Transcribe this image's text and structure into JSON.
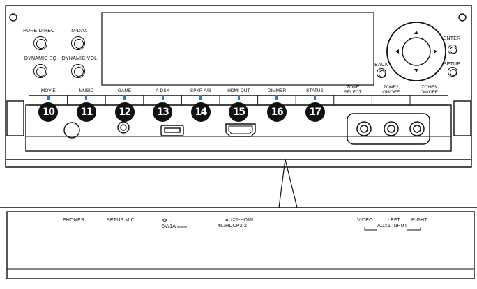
{
  "top_panel": {
    "left_buttons": [
      {
        "label": "PURE DIRECT"
      },
      {
        "label": "M-DAX"
      },
      {
        "label": "DYNAMIC EQ"
      },
      {
        "label": "DYNAMIC VOL"
      }
    ],
    "nav": {
      "back": "BACK",
      "enter": "ENTER",
      "setup": "SETUP"
    },
    "row_buttons": [
      {
        "label": "MOVIE",
        "number": "10"
      },
      {
        "label": "MUSIC",
        "number": "11"
      },
      {
        "label": "GAME",
        "number": "12"
      },
      {
        "label": "A-DSX",
        "number": "13"
      },
      {
        "label": "SPKR A/B",
        "number": "14"
      },
      {
        "label": "HDMI OUT",
        "number": "15"
      },
      {
        "label": "DIMMER",
        "number": "16"
      },
      {
        "label": "STATUS",
        "number": "17"
      },
      {
        "label": "ZONE\nSELECT"
      },
      {
        "label": "ZONE2\nON/OFF"
      },
      {
        "label": "ZONE3\nON/OFF"
      }
    ]
  },
  "detail_panel": {
    "phones": "PHONES",
    "setup_mic": "SETUP MIC",
    "usb_spec": "5V/1A",
    "aux_hdmi": "AUX1-HDMI",
    "hdcp": "4K/HDCP2.2",
    "video": "VIDEO",
    "left": "LEFT",
    "right": "RIGHT",
    "aux_input": "AUX1 INPUT"
  }
}
